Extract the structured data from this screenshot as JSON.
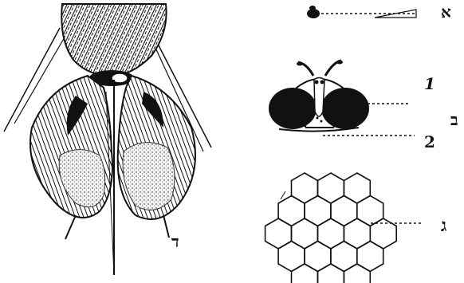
{
  "figure": {
    "labels": {
      "d": "ד",
      "a": "א",
      "one": "1",
      "b": "ב",
      "two": "2",
      "g": "ג"
    }
  },
  "colors": {
    "ink": "#111111",
    "paper": "#ffffff"
  }
}
